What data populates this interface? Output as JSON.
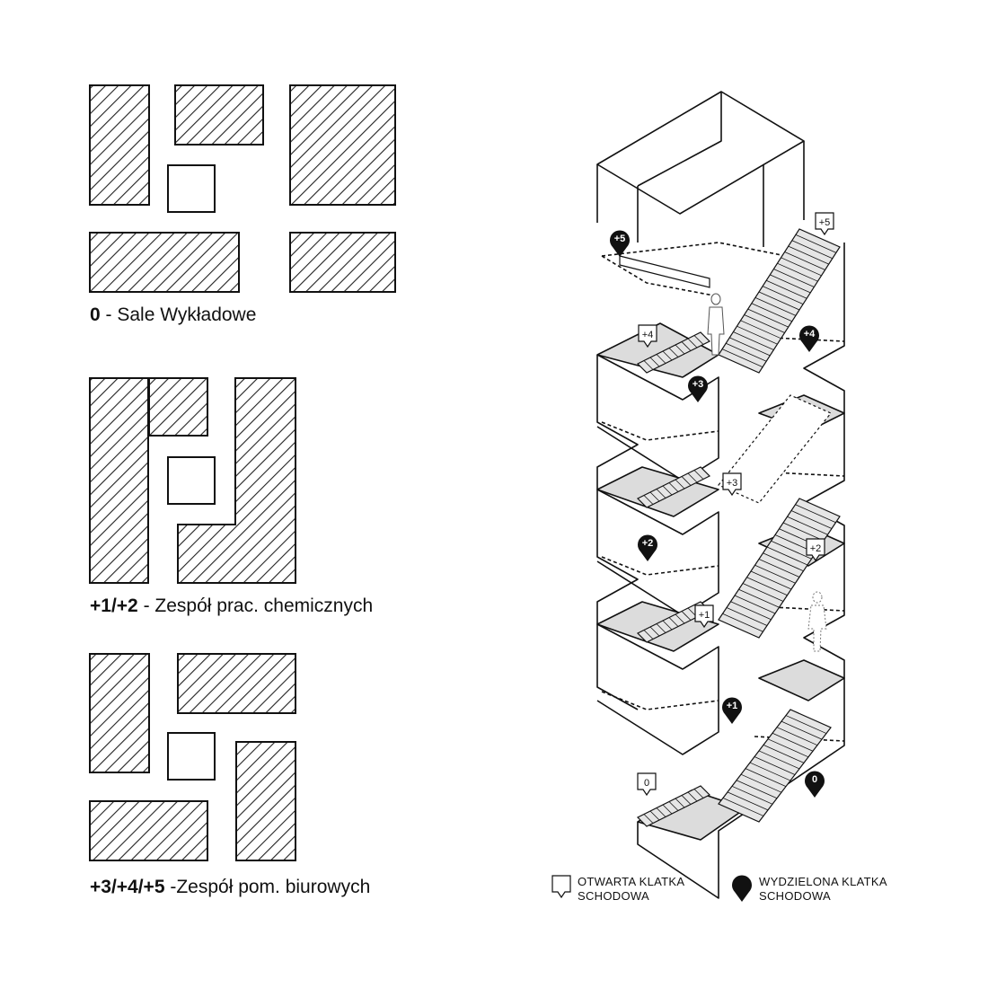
{
  "plans": [
    {
      "level": "0",
      "desc": " - Sale Wykładowe"
    },
    {
      "level": "+1/+2",
      "desc": " - Zespół prac. chemicznych"
    },
    {
      "level": "+3/+4/+5",
      "desc": " -Zespół pom. biurowych"
    }
  ],
  "markers": {
    "open": [
      "+5",
      "+4",
      "+3",
      "+2",
      "+1",
      "0"
    ],
    "enclosed": [
      "+5",
      "+4",
      "+3",
      "+2",
      "+1",
      "0"
    ]
  },
  "legend": {
    "open_line1": "OTWARTA KLATKA",
    "open_line2": "SCHODOWA",
    "enclosed_line1": "WYDZIELONA KLATKA",
    "enclosed_line2": "SCHODOWA"
  },
  "colors": {
    "hatch": "#222222",
    "floor_fill": "#dcdcdc",
    "marker_dark": "#111111"
  }
}
